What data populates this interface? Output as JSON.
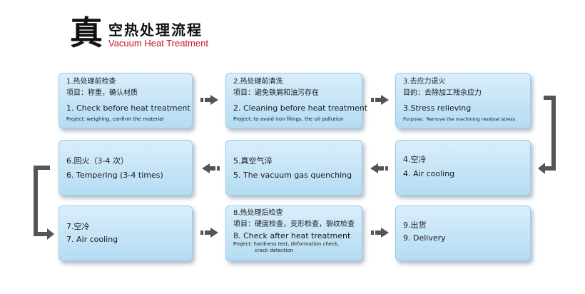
{
  "header": {
    "big_char": "真",
    "title_cn": "空热处理流程",
    "title_en": "Vacuum Heat Treatment"
  },
  "steps": [
    {
      "cn": "1.热处理前检查",
      "cn_sub": "项目：称重，确认材质",
      "en": "1. Check before heat treatment",
      "en_sub": "Project: weighing, confirm the material"
    },
    {
      "cn": "2.热处理前清洗",
      "cn_sub": "项目：避免铁屑和油污存在",
      "en": "2. Cleaning before heat treatment",
      "en_sub": "Project: to avoid iron filings, the oil pollution"
    },
    {
      "cn": "3.去应力退火",
      "cn_sub": "目的：去除加工残余应力",
      "en": "3.Stress relieving",
      "en_sub": "Purpose：Remove the machining residual stress"
    },
    {
      "cn": "4.空冷",
      "en": "4. Air cooling"
    },
    {
      "cn": "5.真空气淬",
      "en": "5. The vacuum gas quenching"
    },
    {
      "cn": "6.回火（3-4 次）",
      "en": "6. Tempering (3-4 times)"
    },
    {
      "cn": "7.空冷",
      "en": "7. Air cooling"
    },
    {
      "cn": "8.热处理后检查",
      "cn_sub": "项目：硬度检查，变形检查，裂纹检查",
      "en": "8. Check after heat treatment",
      "en_sub": "Project: hardness test, deformation check,",
      "en_sub2": "crack detection"
    },
    {
      "cn": "9.出货",
      "en": "9. Delivery"
    }
  ],
  "colors": {
    "box_top": "#d9eefb",
    "box_bottom": "#b5dcf3",
    "arrow": "#555555",
    "title_en": "#c8102e"
  },
  "icons": [
    "arrow-right-icon",
    "arrow-left-icon",
    "elbow-down-left-icon",
    "elbow-down-right-icon"
  ]
}
